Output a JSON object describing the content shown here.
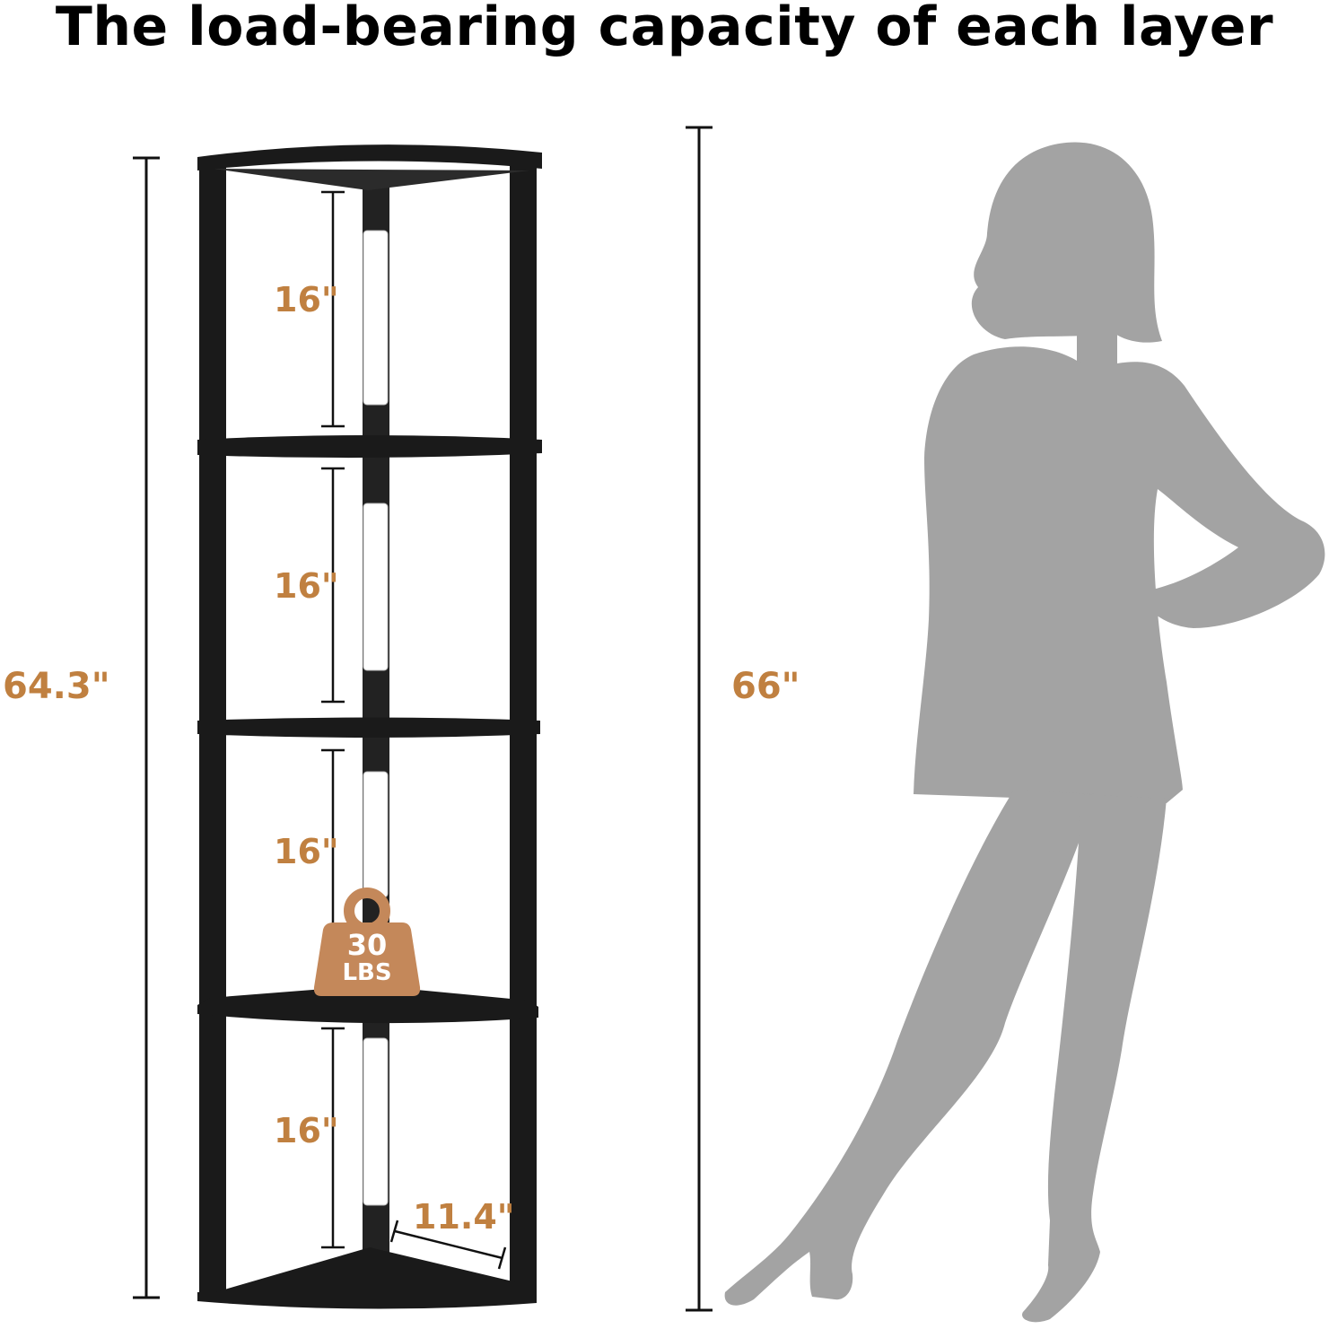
{
  "title": "The load-bearing capacity of each layer",
  "dimensions": {
    "shelf_total_height": "64.3\"",
    "person_height": "66\"",
    "layer_heights": [
      "16\"",
      "16\"",
      "16\"",
      "16\""
    ],
    "shelf_depth": "11.4\""
  },
  "load_badge": {
    "weight": "30",
    "unit": "LBS",
    "icon": "weight-icon"
  },
  "colors": {
    "accent": "#c08040",
    "badge": "#c4885a",
    "shelf": "#1a1a1a",
    "silhouette": "#a3a3a3"
  }
}
